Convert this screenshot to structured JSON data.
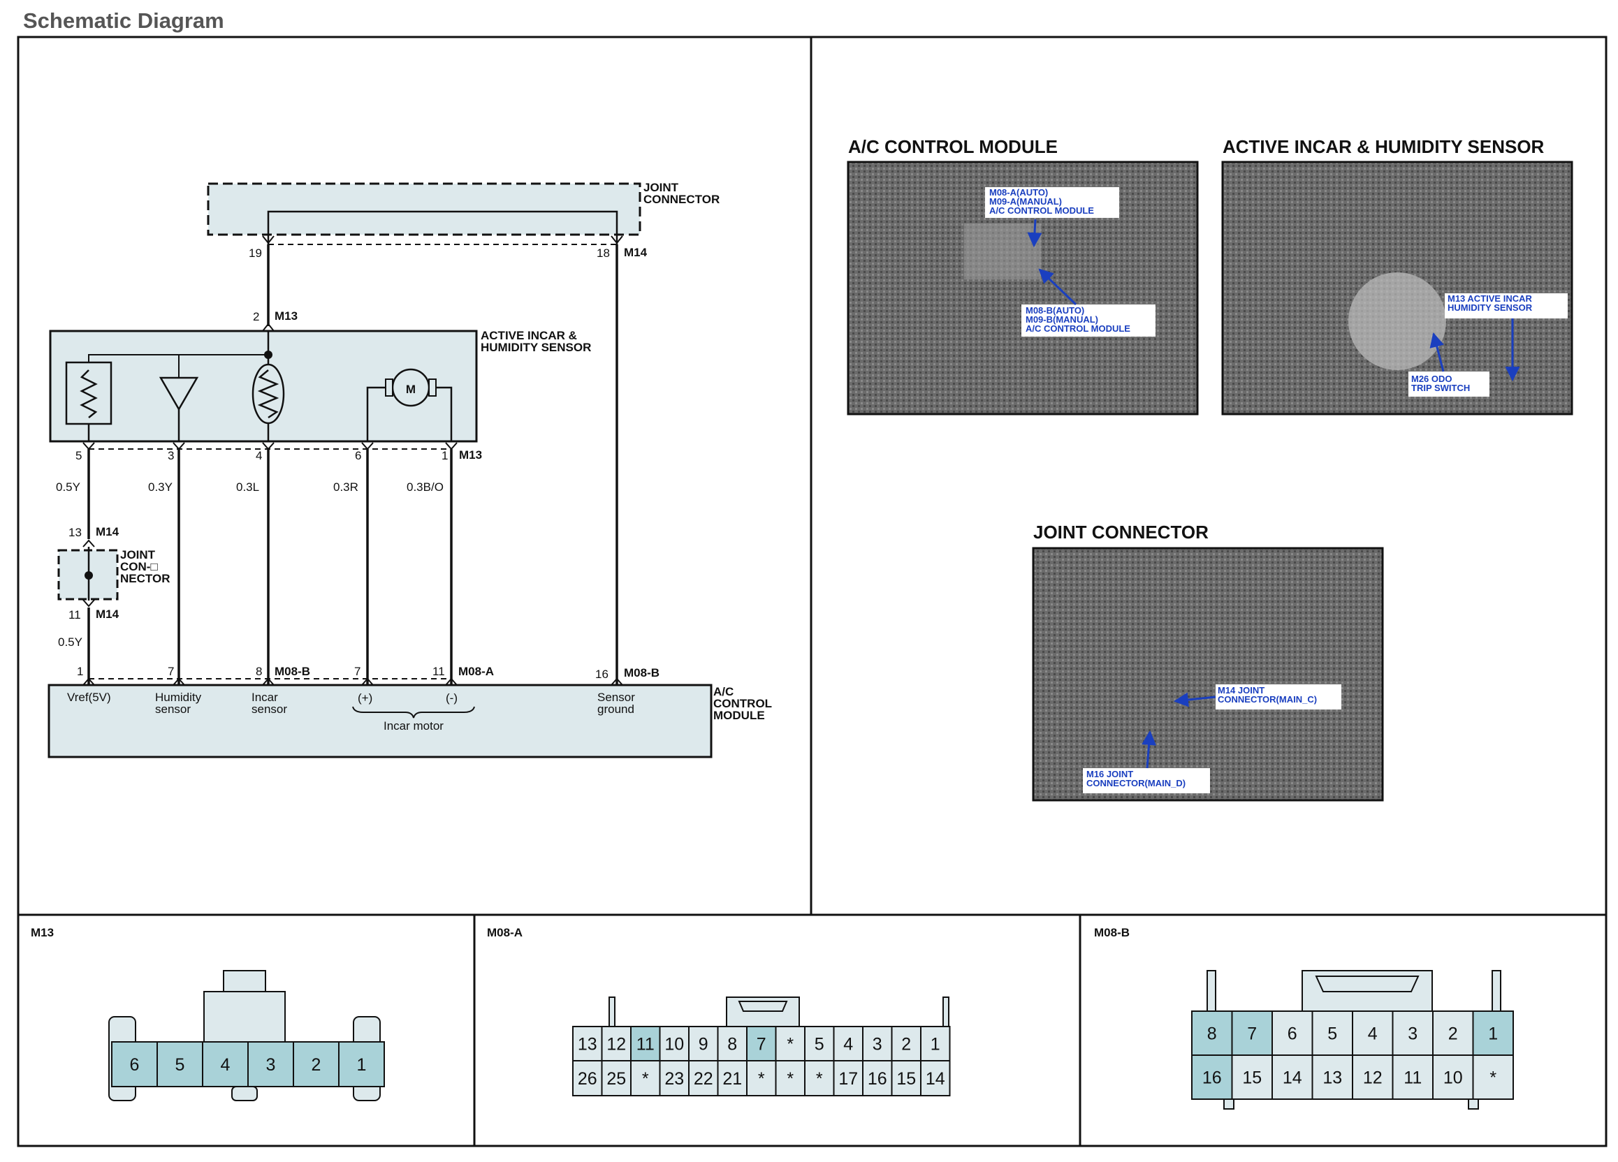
{
  "page_title": "Schematic Diagram",
  "schematic": {
    "joint_connector_top": "JOINT\nCONNECTOR",
    "pin_19": "19",
    "pin_18": "18",
    "m14_top": "M14",
    "pin_2": "2",
    "m13_top": "M13",
    "sensor_label": "ACTIVE INCAR &\nHUMIDITY SENSOR",
    "motor_symbol": "M",
    "sensor_pins": [
      "5",
      "3",
      "4",
      "6",
      "1"
    ],
    "m13_bottom": "M13",
    "wire_labels": [
      "0.5Y",
      "0.3Y",
      "0.3L",
      "0.3R",
      "0.3B/O"
    ],
    "pin_13": "13",
    "m14_a": "M14",
    "joint_connector_left": "JOINT\nCON-□\nNECTOR",
    "pin_11": "11",
    "m14_b": "M14",
    "wire_05y_lower": "0.5Y",
    "module_pins": [
      "1",
      "7",
      "8",
      "7",
      "11",
      "16"
    ],
    "m08b_a": "M08-B",
    "m08a": "M08-A",
    "m08b_b": "M08-B",
    "module_terms": [
      "Vref(5V)",
      "Humidity\nsensor",
      "Incar\nsensor",
      "(+)",
      "(-)",
      "Sensor\nground"
    ],
    "incar_motor": "Incar motor",
    "module_label": "A/C\nCONTROL\nMODULE"
  },
  "photos": {
    "ac_title": "A/C CONTROL MODULE",
    "ac_ann1": "M08-A(AUTO)\nM09-A(MANUAL)\nA/C CONTROL MODULE",
    "ac_ann2": "M08-B(AUTO)\nM09-B(MANUAL)\nA/C CONTROL MODULE",
    "sensor_title": "ACTIVE INCAR & HUMIDITY SENSOR",
    "sensor_ann1": "M13 ACTIVE INCAR\nHUMIDITY SENSOR",
    "sensor_ann2": "M26 ODO\nTRIP SWITCH",
    "joint_title": "JOINT CONNECTOR",
    "joint_ann1": "M14 JOINT\nCONNECTOR(MAIN_C)",
    "joint_ann2": "M16 JOINT\nCONNECTOR(MAIN_D)"
  },
  "connectors": {
    "m13": {
      "title": "M13",
      "pins": [
        "6",
        "5",
        "4",
        "3",
        "2",
        "1"
      ],
      "highlighted": [
        "6",
        "5",
        "4",
        "3",
        "2",
        "1"
      ]
    },
    "m08a": {
      "title": "M08-A",
      "top": [
        "13",
        "12",
        "11",
        "10",
        "9",
        "8",
        "7",
        "*",
        "5",
        "4",
        "3",
        "2",
        "1"
      ],
      "bottom": [
        "26",
        "25",
        "*",
        "23",
        "22",
        "21",
        "*",
        "*",
        "*",
        "17",
        "16",
        "15",
        "14"
      ],
      "highlighted_top": [
        "11",
        "7"
      ]
    },
    "m08b": {
      "title": "M08-B",
      "top": [
        "8",
        "7",
        "6",
        "5",
        "4",
        "3",
        "2",
        "1"
      ],
      "bottom": [
        "16",
        "15",
        "14",
        "13",
        "12",
        "11",
        "10",
        "*"
      ],
      "highlighted_top": [
        "8",
        "7",
        "1"
      ],
      "highlighted_bottom": [
        "16"
      ]
    }
  },
  "colors": {
    "fill": "#dde9ec",
    "highlight": "#a9d2d8",
    "line": "#111111",
    "annotation": "#1a3fbf"
  }
}
